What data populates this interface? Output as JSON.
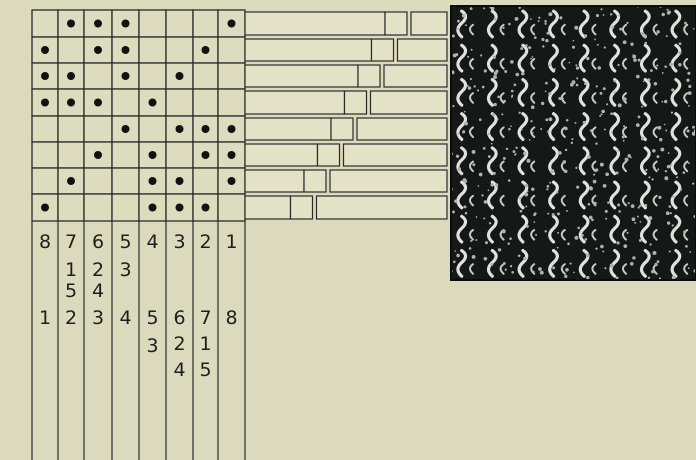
{
  "draft": {
    "tieup_rows": [
      [
        2,
        3,
        4,
        8
      ],
      [
        1,
        3,
        4,
        7
      ],
      [
        1,
        2,
        4,
        6
      ],
      [
        1,
        2,
        3,
        5
      ],
      [
        4,
        6,
        7,
        8
      ],
      [
        3,
        5,
        7,
        8
      ],
      [
        2,
        5,
        6,
        8
      ],
      [
        1,
        5,
        6,
        7
      ]
    ],
    "treadle_numbers": [
      "8",
      "7",
      "6",
      "5",
      "4",
      "3",
      "2",
      "1"
    ],
    "threading_columns": [
      {
        "rows": [
          "8",
          "",
          "",
          "1",
          ""
        ]
      },
      {
        "rows": [
          "7",
          "1",
          "5",
          "2",
          ""
        ]
      },
      {
        "rows": [
          "6",
          "2",
          "4",
          "3",
          ""
        ]
      },
      {
        "rows": [
          "5",
          "3",
          "",
          "4",
          ""
        ]
      },
      {
        "rows": [
          "4",
          "",
          "",
          "5",
          "3"
        ]
      },
      {
        "rows": [
          "3",
          "",
          "",
          "6",
          "2",
          "4"
        ]
      },
      {
        "rows": [
          "2",
          "",
          "",
          "7",
          "1",
          "5"
        ]
      },
      {
        "rows": [
          "1",
          "",
          "",
          "8"
        ]
      }
    ],
    "fabric_colors": {
      "dark": "#151817",
      "light": "#dfe3dc"
    }
  }
}
